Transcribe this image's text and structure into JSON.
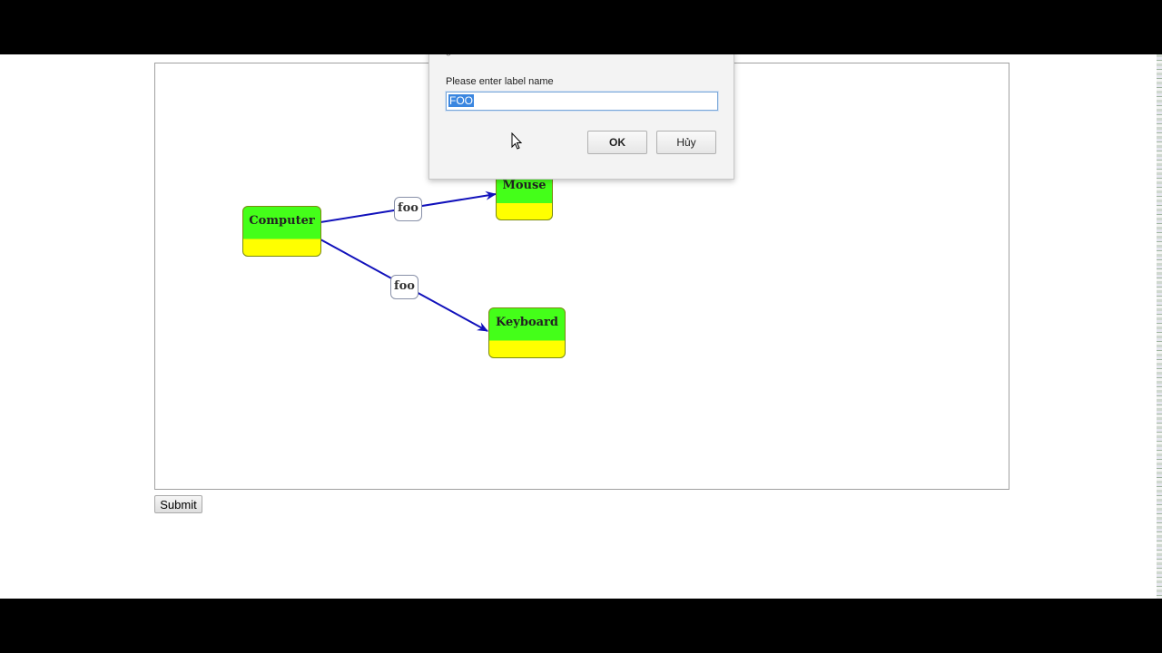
{
  "graph": {
    "nodes": [
      {
        "id": "computer",
        "label": "Computer"
      },
      {
        "id": "mouse",
        "label": "Mouse"
      },
      {
        "id": "keyboard",
        "label": "Keyboard"
      }
    ],
    "edges": [
      {
        "from": "computer",
        "to": "mouse",
        "label": "foo"
      },
      {
        "from": "computer",
        "to": "keyboard",
        "label": "foo"
      }
    ],
    "colors": {
      "node_top": "#44ff19",
      "node_bottom": "#ffff00",
      "edge": "#1111bb"
    }
  },
  "form": {
    "submit_label": "Submit"
  },
  "dialog": {
    "message": "Please enter label name",
    "input_value": "FOO",
    "ok_label": "OK",
    "cancel_label": "Hủy"
  }
}
